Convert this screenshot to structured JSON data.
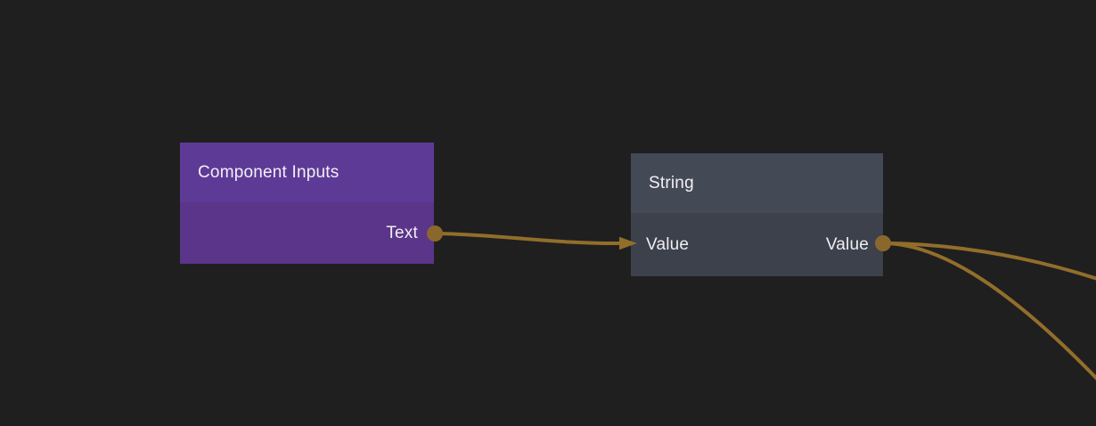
{
  "canvas": {
    "background_color": "#201f1f"
  },
  "colors": {
    "wire": "#926e2b",
    "port": "#8a682c",
    "component_inputs_header": "#5e3a97",
    "component_inputs_body": "#5a3589",
    "string_header": "#444956",
    "string_body": "#3c414b",
    "text": "#f2f0f5"
  },
  "nodes": [
    {
      "title": "Component Inputs",
      "inputs": [],
      "outputs": [
        {
          "label": "Text"
        }
      ]
    },
    {
      "title": "String",
      "inputs": [
        {
          "label": "Value"
        }
      ],
      "outputs": [
        {
          "label": "Value"
        }
      ]
    }
  ],
  "connections": [
    {
      "from_node": "Component Inputs",
      "from_port": "Text",
      "to_node": "String",
      "to_port": "Value"
    },
    {
      "from_node": "String",
      "from_port": "Value",
      "to_node": "(off-canvas)",
      "to_port": ""
    },
    {
      "from_node": "String",
      "from_port": "Value",
      "to_node": "(off-canvas)",
      "to_port": ""
    }
  ]
}
